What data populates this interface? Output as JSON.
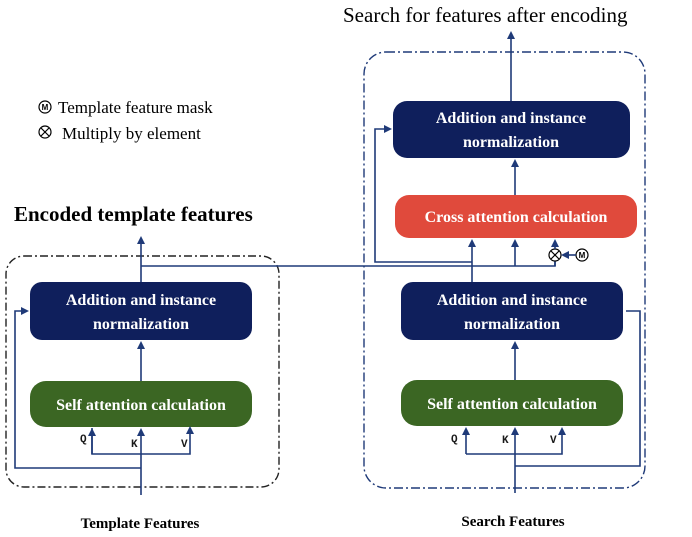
{
  "diagram": {
    "title_top": "Search for features after encoding",
    "encoded_title": "Encoded template features",
    "legend": {
      "mask_label": "Template feature mask",
      "mask_symbol": "M",
      "multiply_label": "Multiply by element"
    },
    "left_panel": {
      "add_norm_line1": "Addition and instance",
      "add_norm_line2": "normalization",
      "self_attn": "Self attention calculation",
      "q": "Q",
      "k": "K",
      "v": "V",
      "caption": "Template Features"
    },
    "right_panel": {
      "top_add_norm_line1": "Addition and instance",
      "top_add_norm_line2": "normalization",
      "cross_attn": "Cross attention calculation",
      "mask_symbol": "M",
      "add_norm_line1": "Addition and instance",
      "add_norm_line2": "normalization",
      "self_attn": "Self attention calculation",
      "q": "Q",
      "k": "K",
      "v": "V",
      "caption": "Search Features"
    },
    "colors": {
      "navy": "#0f1f5c",
      "green": "#3b6623",
      "red": "#e04a3c",
      "line": "#1f3a78"
    }
  }
}
